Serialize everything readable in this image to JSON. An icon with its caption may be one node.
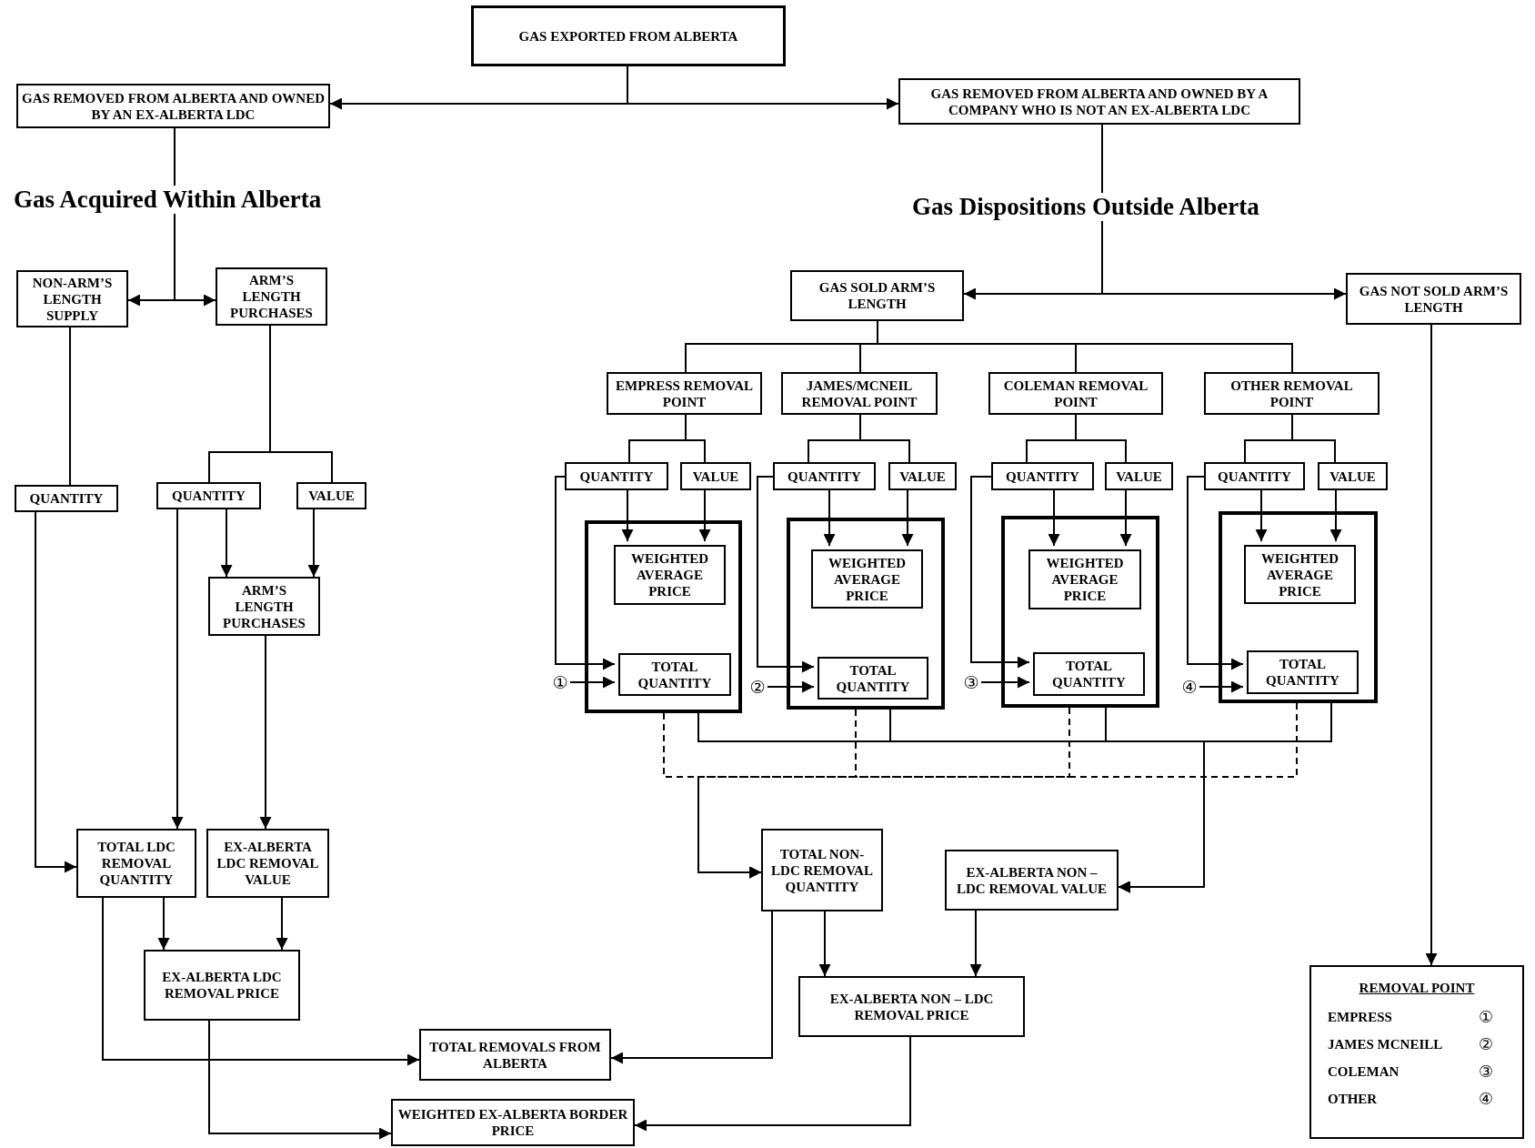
{
  "diagram": {
    "nodes": [
      {
        "text": [
          "GAS EXPORTED FROM ALBERTA"
        ]
      },
      {
        "text": [
          "GAS REMOVED FROM ALBERTA AND OWNED BY AN EX-ALBERTA LDC"
        ]
      },
      {
        "text": [
          "GAS REMOVED FROM ALBERTA AND OWNED BY A COMPANY WHO IS NOT AN EX-ALBERTA LDC"
        ]
      },
      {
        "text": [
          "NON-ARM’S LENGTH SUPPLY"
        ]
      },
      {
        "text": [
          "ARM’S LENGTH PURCHASES"
        ]
      },
      {
        "text": [
          "QUANTITY"
        ]
      },
      {
        "text": [
          "QUANTITY"
        ]
      },
      {
        "text": [
          "VALUE"
        ]
      },
      {
        "text": [
          "ARM’S LENGTH PURCHASES"
        ]
      },
      {
        "text": [
          "TOTAL LDC REMOVAL QUANTITY"
        ]
      },
      {
        "text": [
          "EX-ALBERTA LDC REMOVAL VALUE"
        ]
      },
      {
        "text": [
          "EX-ALBERTA LDC REMOVAL PRICE"
        ]
      },
      {
        "text": [
          "TOTAL REMOVALS FROM ALBERTA"
        ]
      },
      {
        "text": [
          "WEIGHTED EX-ALBERTA BORDER PRICE"
        ]
      },
      {
        "text": [
          "GAS SOLD ARM’S LENGTH"
        ]
      },
      {
        "text": [
          "GAS NOT SOLD ARM’S LENGTH"
        ]
      },
      {
        "text": [
          "EMPRESS REMOVAL POINT"
        ]
      },
      {
        "text": [
          "JAMES/MCNEIL REMOVAL POINT"
        ]
      },
      {
        "text": [
          "COLEMAN REMOVAL POINT"
        ]
      },
      {
        "text": [
          "OTHER REMOVAL POINT"
        ]
      },
      {
        "text": [
          "QUANTITY"
        ]
      },
      {
        "text": [
          "VALUE"
        ]
      },
      {
        "text": [],
        "shape": "box"
      },
      {
        "text": [
          "WEIGHTED AVERAGE PRICE"
        ],
        "in": 22
      },
      {
        "text": [
          "TOTAL QUANTITY"
        ],
        "in": 22
      },
      {
        "text": [
          "①"
        ]
      },
      {
        "text": [
          "QUANTITY"
        ]
      },
      {
        "text": [
          "VALUE"
        ]
      },
      {
        "text": [],
        "shape": "box"
      },
      {
        "text": [
          "WEIGHTED AVERAGE PRICE"
        ],
        "in": 28
      },
      {
        "text": [
          "TOTAL QUANTITY"
        ],
        "in": 28
      },
      {
        "text": [
          "②"
        ]
      },
      {
        "text": [
          "QUANTITY"
        ]
      },
      {
        "text": [
          "VALUE"
        ]
      },
      {
        "text": [],
        "shape": "box"
      },
      {
        "text": [
          "WEIGHTED AVERAGE PRICE"
        ],
        "in": 34
      },
      {
        "text": [
          "TOTAL QUANTITY"
        ],
        "in": 34
      },
      {
        "text": [
          "③"
        ]
      },
      {
        "text": [
          "QUANTITY"
        ]
      },
      {
        "text": [
          "VALUE"
        ]
      },
      {
        "text": [],
        "shape": "box"
      },
      {
        "text": [
          "WEIGHTED AVERAGE PRICE"
        ],
        "in": 40
      },
      {
        "text": [
          "TOTAL QUANTITY"
        ],
        "in": 40
      },
      {
        "text": [
          "④"
        ]
      },
      {
        "text": [
          "TOTAL NON-LDC REMOVAL QUANTITY"
        ]
      },
      {
        "text": [
          "EX-ALBERTA NON – LDC REMOVAL VALUE"
        ]
      },
      {
        "text": [
          "EX-ALBERTA NON – LDC REMOVAL PRICE"
        ]
      },
      {
        "text": [
          "REMOVAL POINT",
          "EMPRESS",
          "①",
          "JAMES MCNEILL",
          "②",
          "COLEMAN",
          "③",
          "OTHER",
          "④"
        ]
      }
    ],
    "edges": [
      {
        "from": 0,
        "to": 1,
        "arrow": "to"
      },
      {
        "from": 0,
        "to": 2,
        "arrow": "to"
      },
      {
        "from": 1,
        "to": 3,
        "arrow": "to"
      },
      {
        "from": 1,
        "to": 4,
        "arrow": "to"
      },
      {
        "from": 3,
        "to": 5,
        "arrow": "none"
      },
      {
        "from": 4,
        "to": 6,
        "arrow": "none"
      },
      {
        "from": 4,
        "to": 7,
        "arrow": "none"
      },
      {
        "from": 6,
        "to": 8,
        "arrow": "to"
      },
      {
        "from": 7,
        "to": 8,
        "arrow": "to"
      },
      {
        "from": 6,
        "to": 9,
        "arrow": "to"
      },
      {
        "from": 8,
        "to": 10,
        "arrow": "to"
      },
      {
        "from": 5,
        "to": 9,
        "arrow": "to"
      },
      {
        "from": 9,
        "to": 11,
        "arrow": "to"
      },
      {
        "from": 10,
        "to": 11,
        "arrow": "to"
      },
      {
        "from": 9,
        "to": 12,
        "arrow": "to"
      },
      {
        "from": 11,
        "to": 13,
        "arrow": "to"
      },
      {
        "from": 2,
        "to": 14,
        "arrow": "to"
      },
      {
        "from": 2,
        "to": 15,
        "arrow": "to"
      },
      {
        "from": 14,
        "to": 16,
        "arrow": "none"
      },
      {
        "from": 14,
        "to": 17,
        "arrow": "none"
      },
      {
        "from": 14,
        "to": 18,
        "arrow": "none"
      },
      {
        "from": 14,
        "to": 19,
        "arrow": "none"
      },
      {
        "from": 16,
        "to": 20,
        "arrow": "none"
      },
      {
        "from": 16,
        "to": 21,
        "arrow": "none"
      },
      {
        "from": 20,
        "to": 23,
        "arrow": "to"
      },
      {
        "from": 21,
        "to": 23,
        "arrow": "to"
      },
      {
        "from": 20,
        "to": 24,
        "arrow": "to"
      },
      {
        "from": 25,
        "to": 24,
        "arrow": "to"
      },
      {
        "from": 22,
        "to": 45,
        "arrow": "to"
      },
      {
        "from": 22,
        "to": 44,
        "arrow": "to",
        "style": "dashed"
      },
      {
        "from": 17,
        "to": 26,
        "arrow": "none"
      },
      {
        "from": 17,
        "to": 27,
        "arrow": "none"
      },
      {
        "from": 26,
        "to": 29,
        "arrow": "to"
      },
      {
        "from": 27,
        "to": 29,
        "arrow": "to"
      },
      {
        "from": 26,
        "to": 30,
        "arrow": "to"
      },
      {
        "from": 31,
        "to": 30,
        "arrow": "to"
      },
      {
        "from": 28,
        "to": 45,
        "arrow": "to"
      },
      {
        "from": 28,
        "to": 44,
        "arrow": "to",
        "style": "dashed"
      },
      {
        "from": 18,
        "to": 32,
        "arrow": "none"
      },
      {
        "from": 18,
        "to": 33,
        "arrow": "none"
      },
      {
        "from": 32,
        "to": 35,
        "arrow": "to"
      },
      {
        "from": 33,
        "to": 35,
        "arrow": "to"
      },
      {
        "from": 32,
        "to": 36,
        "arrow": "to"
      },
      {
        "from": 37,
        "to": 36,
        "arrow": "to"
      },
      {
        "from": 34,
        "to": 45,
        "arrow": "to"
      },
      {
        "from": 34,
        "to": 44,
        "arrow": "to",
        "style": "dashed"
      },
      {
        "from": 19,
        "to": 38,
        "arrow": "none"
      },
      {
        "from": 19,
        "to": 39,
        "arrow": "none"
      },
      {
        "from": 38,
        "to": 41,
        "arrow": "to"
      },
      {
        "from": 39,
        "to": 41,
        "arrow": "to"
      },
      {
        "from": 38,
        "to": 42,
        "arrow": "to"
      },
      {
        "from": 43,
        "to": 42,
        "arrow": "to"
      },
      {
        "from": 40,
        "to": 45,
        "arrow": "to"
      },
      {
        "from": 40,
        "to": 44,
        "arrow": "to",
        "style": "dashed"
      },
      {
        "from": 44,
        "to": 46,
        "arrow": "to"
      },
      {
        "from": 45,
        "to": 46,
        "arrow": "to"
      },
      {
        "from": 44,
        "to": 12,
        "arrow": "to"
      },
      {
        "from": 46,
        "to": 13,
        "arrow": "to"
      },
      {
        "from": 15,
        "to": 47,
        "arrow": "to"
      }
    ],
    "labels": [
      "Gas Acquired Within Alberta",
      "Gas Dispositions Outside Alberta"
    ]
  }
}
